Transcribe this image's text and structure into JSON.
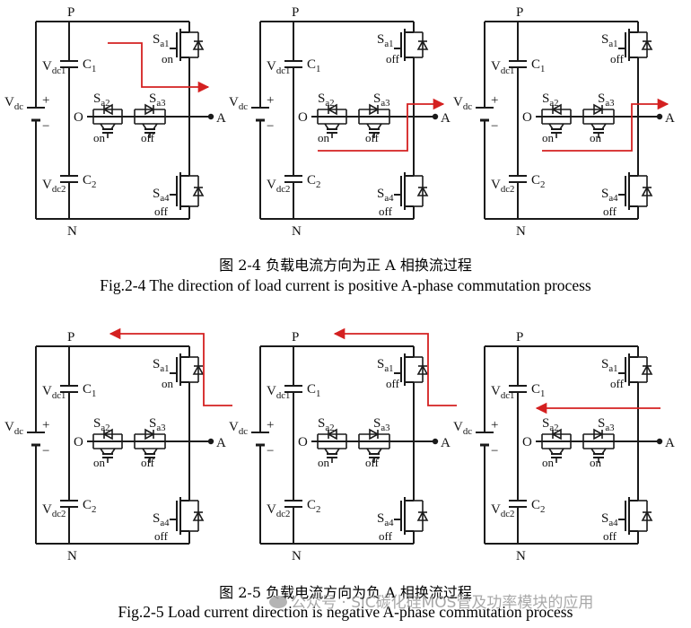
{
  "labels": {
    "P": "P",
    "N": "N",
    "A": "A",
    "O": "O",
    "vdc": "V",
    "vdc_sub": "dc",
    "vdc1": "V",
    "vdc1_sub": "dc1",
    "vdc2": "V",
    "vdc2_sub": "dc2",
    "c1": "C",
    "c1_sub": "1",
    "c2": "C",
    "c2_sub": "2",
    "plus": "+",
    "minus": "−",
    "sa1": "S",
    "sa1_sub": "a1",
    "sa2": "S",
    "sa2_sub": "a2",
    "sa3": "S",
    "sa3_sub": "a3",
    "sa4": "S",
    "sa4_sub": "a4"
  },
  "colors": {
    "wire": "#1a1a1a",
    "current": "#d42020"
  },
  "figures": [
    {
      "caption_cn": "图 2-4 负载电流方向为正 A 相换流过程",
      "caption_en": "Fig.2-4 The direction of load current is positive A-phase commutation process",
      "panels": [
        {
          "sa1": "on",
          "sa2": "on",
          "sa3": "off",
          "sa4": "off",
          "path": "p1"
        },
        {
          "sa1": "off",
          "sa2": "on",
          "sa3": "off",
          "sa4": "off",
          "path": "p2"
        },
        {
          "sa1": "off",
          "sa2": "on",
          "sa3": "on",
          "sa4": "off",
          "path": "p2"
        }
      ]
    },
    {
      "caption_cn": "图 2-5 负载电流方向为负 A 相换流过程",
      "caption_en": "Fig.2-5 Load current direction is negative A-phase commutation process",
      "panels": [
        {
          "sa1": "on",
          "sa2": "on",
          "sa3": "off",
          "sa4": "off",
          "path": "n1"
        },
        {
          "sa1": "off",
          "sa2": "on",
          "sa3": "off",
          "sa4": "off",
          "path": "n1"
        },
        {
          "sa1": "off",
          "sa2": "on",
          "sa3": "on",
          "sa4": "off",
          "path": "n3"
        }
      ]
    }
  ],
  "watermark": "公众号 · SiC碳化硅MOS管及功率模块的应用"
}
